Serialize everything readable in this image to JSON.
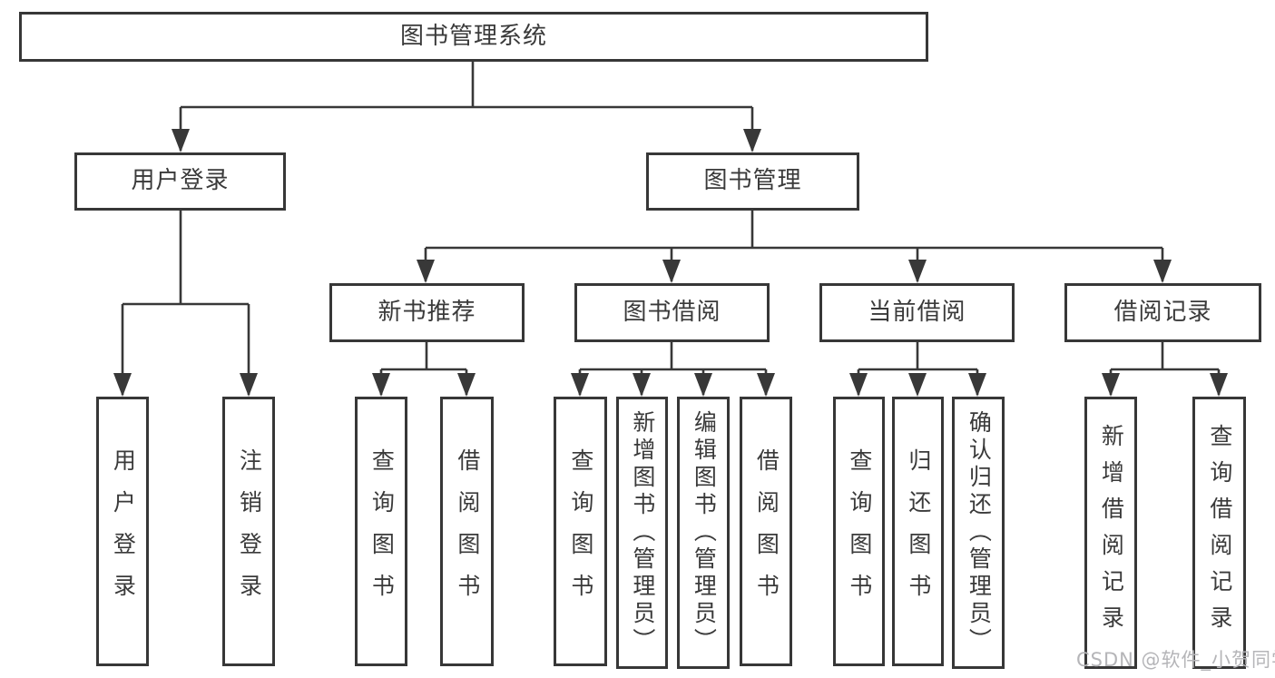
{
  "diagram": {
    "title": "图书管理系统",
    "nodes": {
      "root": "图书管理系统",
      "level2": [
        "用户登录",
        "图书管理"
      ],
      "level3": [
        "新书推荐",
        "图书借阅",
        "当前借阅",
        "借阅记录"
      ],
      "leaves": [
        "用户登录",
        "注销登录",
        "查询图书",
        "借阅图书",
        "查询图书",
        "新增图书（管理员）",
        "编辑图书（管理员）",
        "借阅图书",
        "查询图书",
        "归还图书",
        "确认归还（管理员）",
        "新增借阅记录",
        "查询借阅记录"
      ]
    },
    "edges": [
      {
        "from": "图书管理系统",
        "to": [
          "用户登录",
          "图书管理"
        ]
      },
      {
        "from": "用户登录",
        "to": [
          "用户登录",
          "注销登录"
        ]
      },
      {
        "from": "图书管理",
        "to": [
          "新书推荐",
          "图书借阅",
          "当前借阅",
          "借阅记录"
        ]
      },
      {
        "from": "新书推荐",
        "to": [
          "查询图书",
          "借阅图书"
        ]
      },
      {
        "from": "图书借阅",
        "to": [
          "查询图书",
          "新增图书（管理员）",
          "编辑图书（管理员）",
          "借阅图书"
        ]
      },
      {
        "from": "当前借阅",
        "to": [
          "查询图书",
          "归还图书",
          "确认归还（管理员）"
        ]
      },
      {
        "from": "借阅记录",
        "to": [
          "新增借阅记录",
          "查询借阅记录"
        ]
      }
    ],
    "watermark": "CSDN @软件_小贺同学",
    "colors": {
      "line": "#383838",
      "border": "#373737",
      "text": "#3a3a3a",
      "watermark": "#b5b5b8",
      "background": "#ffffff"
    }
  }
}
